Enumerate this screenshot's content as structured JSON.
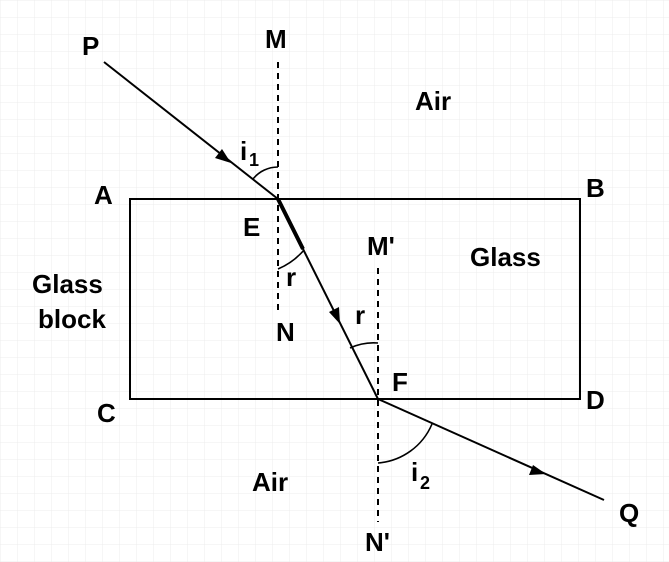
{
  "labels": {
    "P": "P",
    "M": "M",
    "air_top": "Air",
    "i1_letter": "i",
    "i1_sub": "1",
    "A": "A",
    "B": "B",
    "E": "E",
    "M_prime": "M'",
    "glass": "Glass",
    "glass_block_line1": "Glass",
    "glass_block_line2": "block",
    "r_upper": "r",
    "r_lower": "r",
    "N": "N",
    "F": "F",
    "C": "C",
    "D": "D",
    "air_bottom": "Air",
    "i2_letter": "i",
    "i2_sub": "2",
    "N_prime": "N'",
    "Q": "Q"
  },
  "colors": {
    "ink": "#000000",
    "grid": "#e6e6e6",
    "background": "#ffffff"
  }
}
